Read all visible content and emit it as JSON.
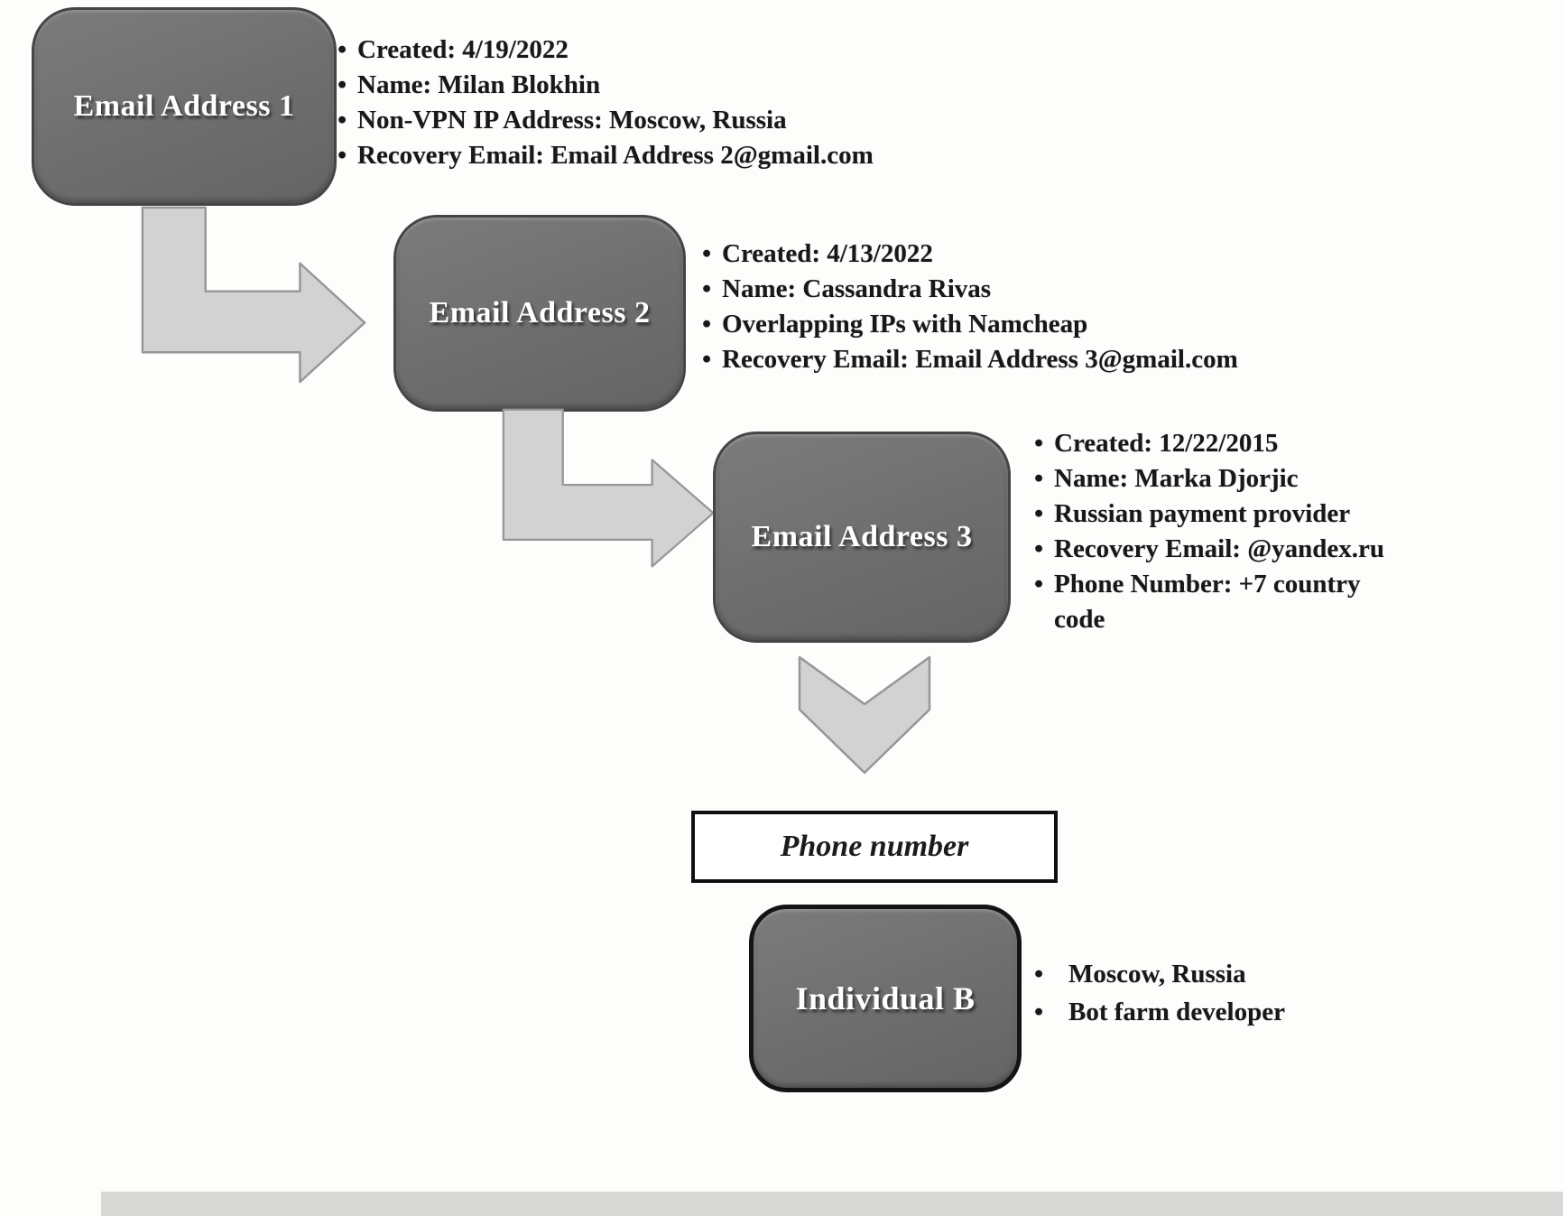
{
  "nodes": {
    "email1": {
      "label": "Email Address 1",
      "bullets": [
        "Created: 4/19/2022",
        "Name: Milan Blokhin",
        "Non-VPN IP Address: Moscow, Russia",
        "Recovery Email: Email Address 2@gmail.com"
      ]
    },
    "email2": {
      "label": "Email Address 2",
      "bullets": [
        "Created: 4/13/2022",
        "Name: Cassandra Rivas",
        "Overlapping IPs with Namcheap",
        "Recovery Email: Email Address 3@gmail.com"
      ]
    },
    "email3": {
      "label": "Email Address 3",
      "bullets": [
        "Created: 12/22/2015",
        "Name: Marka Djorjic",
        "Russian payment provider",
        "Recovery Email: @yandex.ru",
        "Phone Number: +7 country code"
      ]
    },
    "phone": {
      "label": "Phone number"
    },
    "individual_b": {
      "label": "Individual B",
      "bullets": [
        "Moscow, Russia",
        "Bot farm developer"
      ]
    }
  },
  "colors": {
    "node_fill": "#6e6e6e",
    "node_border": "#454545",
    "outlined_node_border": "#141414",
    "arrow_fill": "#d2d2d2",
    "arrow_stroke": "#969696",
    "text": "#181818",
    "background": "#fdfdfc"
  }
}
